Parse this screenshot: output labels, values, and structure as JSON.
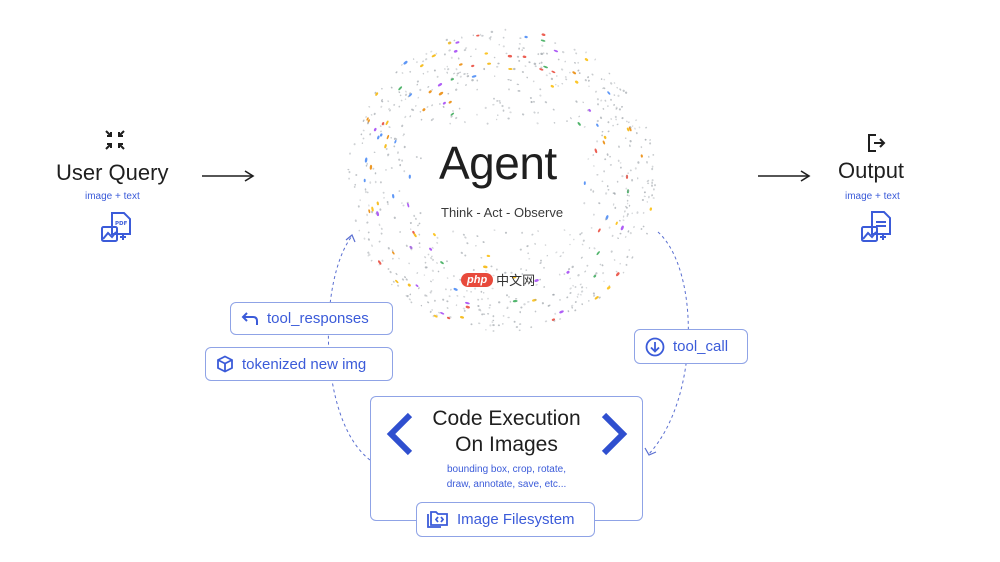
{
  "input": {
    "title": "User Query",
    "subtitle": "image + text",
    "top_icon": "compress-arrows-icon",
    "doc_icon": "pdf-image-document-icon"
  },
  "output": {
    "title": "Output",
    "subtitle": "image + text",
    "top_icon": "exit-arrow-icon",
    "doc_icon": "document-image-icon"
  },
  "agent": {
    "title": "Agent",
    "subtitle": "Think - Act - Observe"
  },
  "pills": {
    "tool_responses": {
      "label": "tool_responses",
      "icon": "reply-arrow-icon"
    },
    "tokenized": {
      "label": "tokenized new img",
      "icon": "cube-icon"
    },
    "tool_call": {
      "label": "tool_call",
      "icon": "download-circle-icon"
    },
    "filesystem": {
      "label": "Image Filesystem",
      "icon": "folder-code-icon"
    }
  },
  "code_execution": {
    "title_line1": "Code Execution",
    "title_line2": "On Images",
    "desc_line1": "bounding box, crop, rotate,",
    "desc_line2": "draw, annotate, save, etc..."
  },
  "watermark": {
    "badge": "php",
    "text": "中文网"
  },
  "colors": {
    "accent": "#3b5bd9",
    "border": "#8fa3e6",
    "text": "#1f1f1f"
  }
}
